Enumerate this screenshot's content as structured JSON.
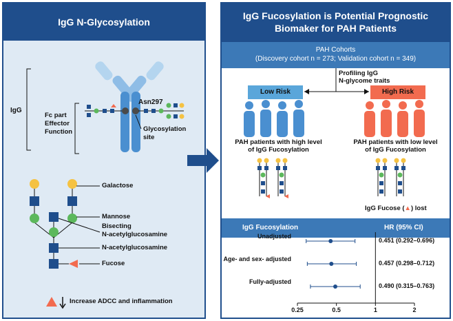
{
  "left": {
    "title": "IgG N-Glycosylation",
    "igg_label": "IgG",
    "fc_label": "Fc part\nEffector\nFunction",
    "asn_label": "Asn297",
    "glyco_site": "Glycosylation\nsite",
    "legend": {
      "galactose": "Galactose",
      "mannose": "Mannose",
      "bisecting": "Bisecting\nN-acetylglucosamine",
      "nacetyl": "N-acetylglucosamine",
      "fucose": "Fucose"
    },
    "note": "Increase ADCC and inflammation"
  },
  "right": {
    "title": "IgG Fucosylation is Potential Prognostic\nBiomaker for PAH Patients",
    "cohort_title": "PAH Cohorts",
    "cohort_detail": "(Discovery cohort n = 273; Validation cohort n = 349)",
    "profiling": "Profiling IgG\nN-glycome traits",
    "low_risk": "Low Risk",
    "high_risk": "High Risk",
    "low_desc": "PAH patients with high level\nof IgG Fucosylation",
    "high_desc": "PAH patients with low level\nof IgG Fucosylation",
    "fucose_lost_pre": "IgG Fucose (",
    "fucose_lost_post": ") lost",
    "table_header_left": "IgG Fucosylation",
    "table_header_right": "HR (95% CI)"
  },
  "colors": {
    "navy": "#1f4e8c",
    "blue": "#3c79b7",
    "low_risk": "#5aa6da",
    "high_risk": "#f26b4f",
    "galactose": "#f5c242",
    "mannose": "#5cb85c",
    "glcnac": "#1f4e8c",
    "fucose": "#f26b4f"
  },
  "chart_data": {
    "type": "forest",
    "xscale": "log",
    "xlim": [
      0.25,
      2
    ],
    "ticks": [
      "0.25",
      "0.5",
      "1",
      "2"
    ],
    "reference": 1,
    "rows": [
      {
        "label": "Unadjusted",
        "hr": 0.451,
        "lo": 0.292,
        "hi": 0.696,
        "text": "0.451 (0.292–0.696)"
      },
      {
        "label": "Age- and sex- adjusted",
        "hr": 0.457,
        "lo": 0.298,
        "hi": 0.712,
        "text": "0.457 (0.298–0.712)"
      },
      {
        "label": "Fully-adjusted",
        "hr": 0.49,
        "lo": 0.315,
        "hi": 0.763,
        "text": "0.490 (0.315–0.763)"
      }
    ]
  }
}
